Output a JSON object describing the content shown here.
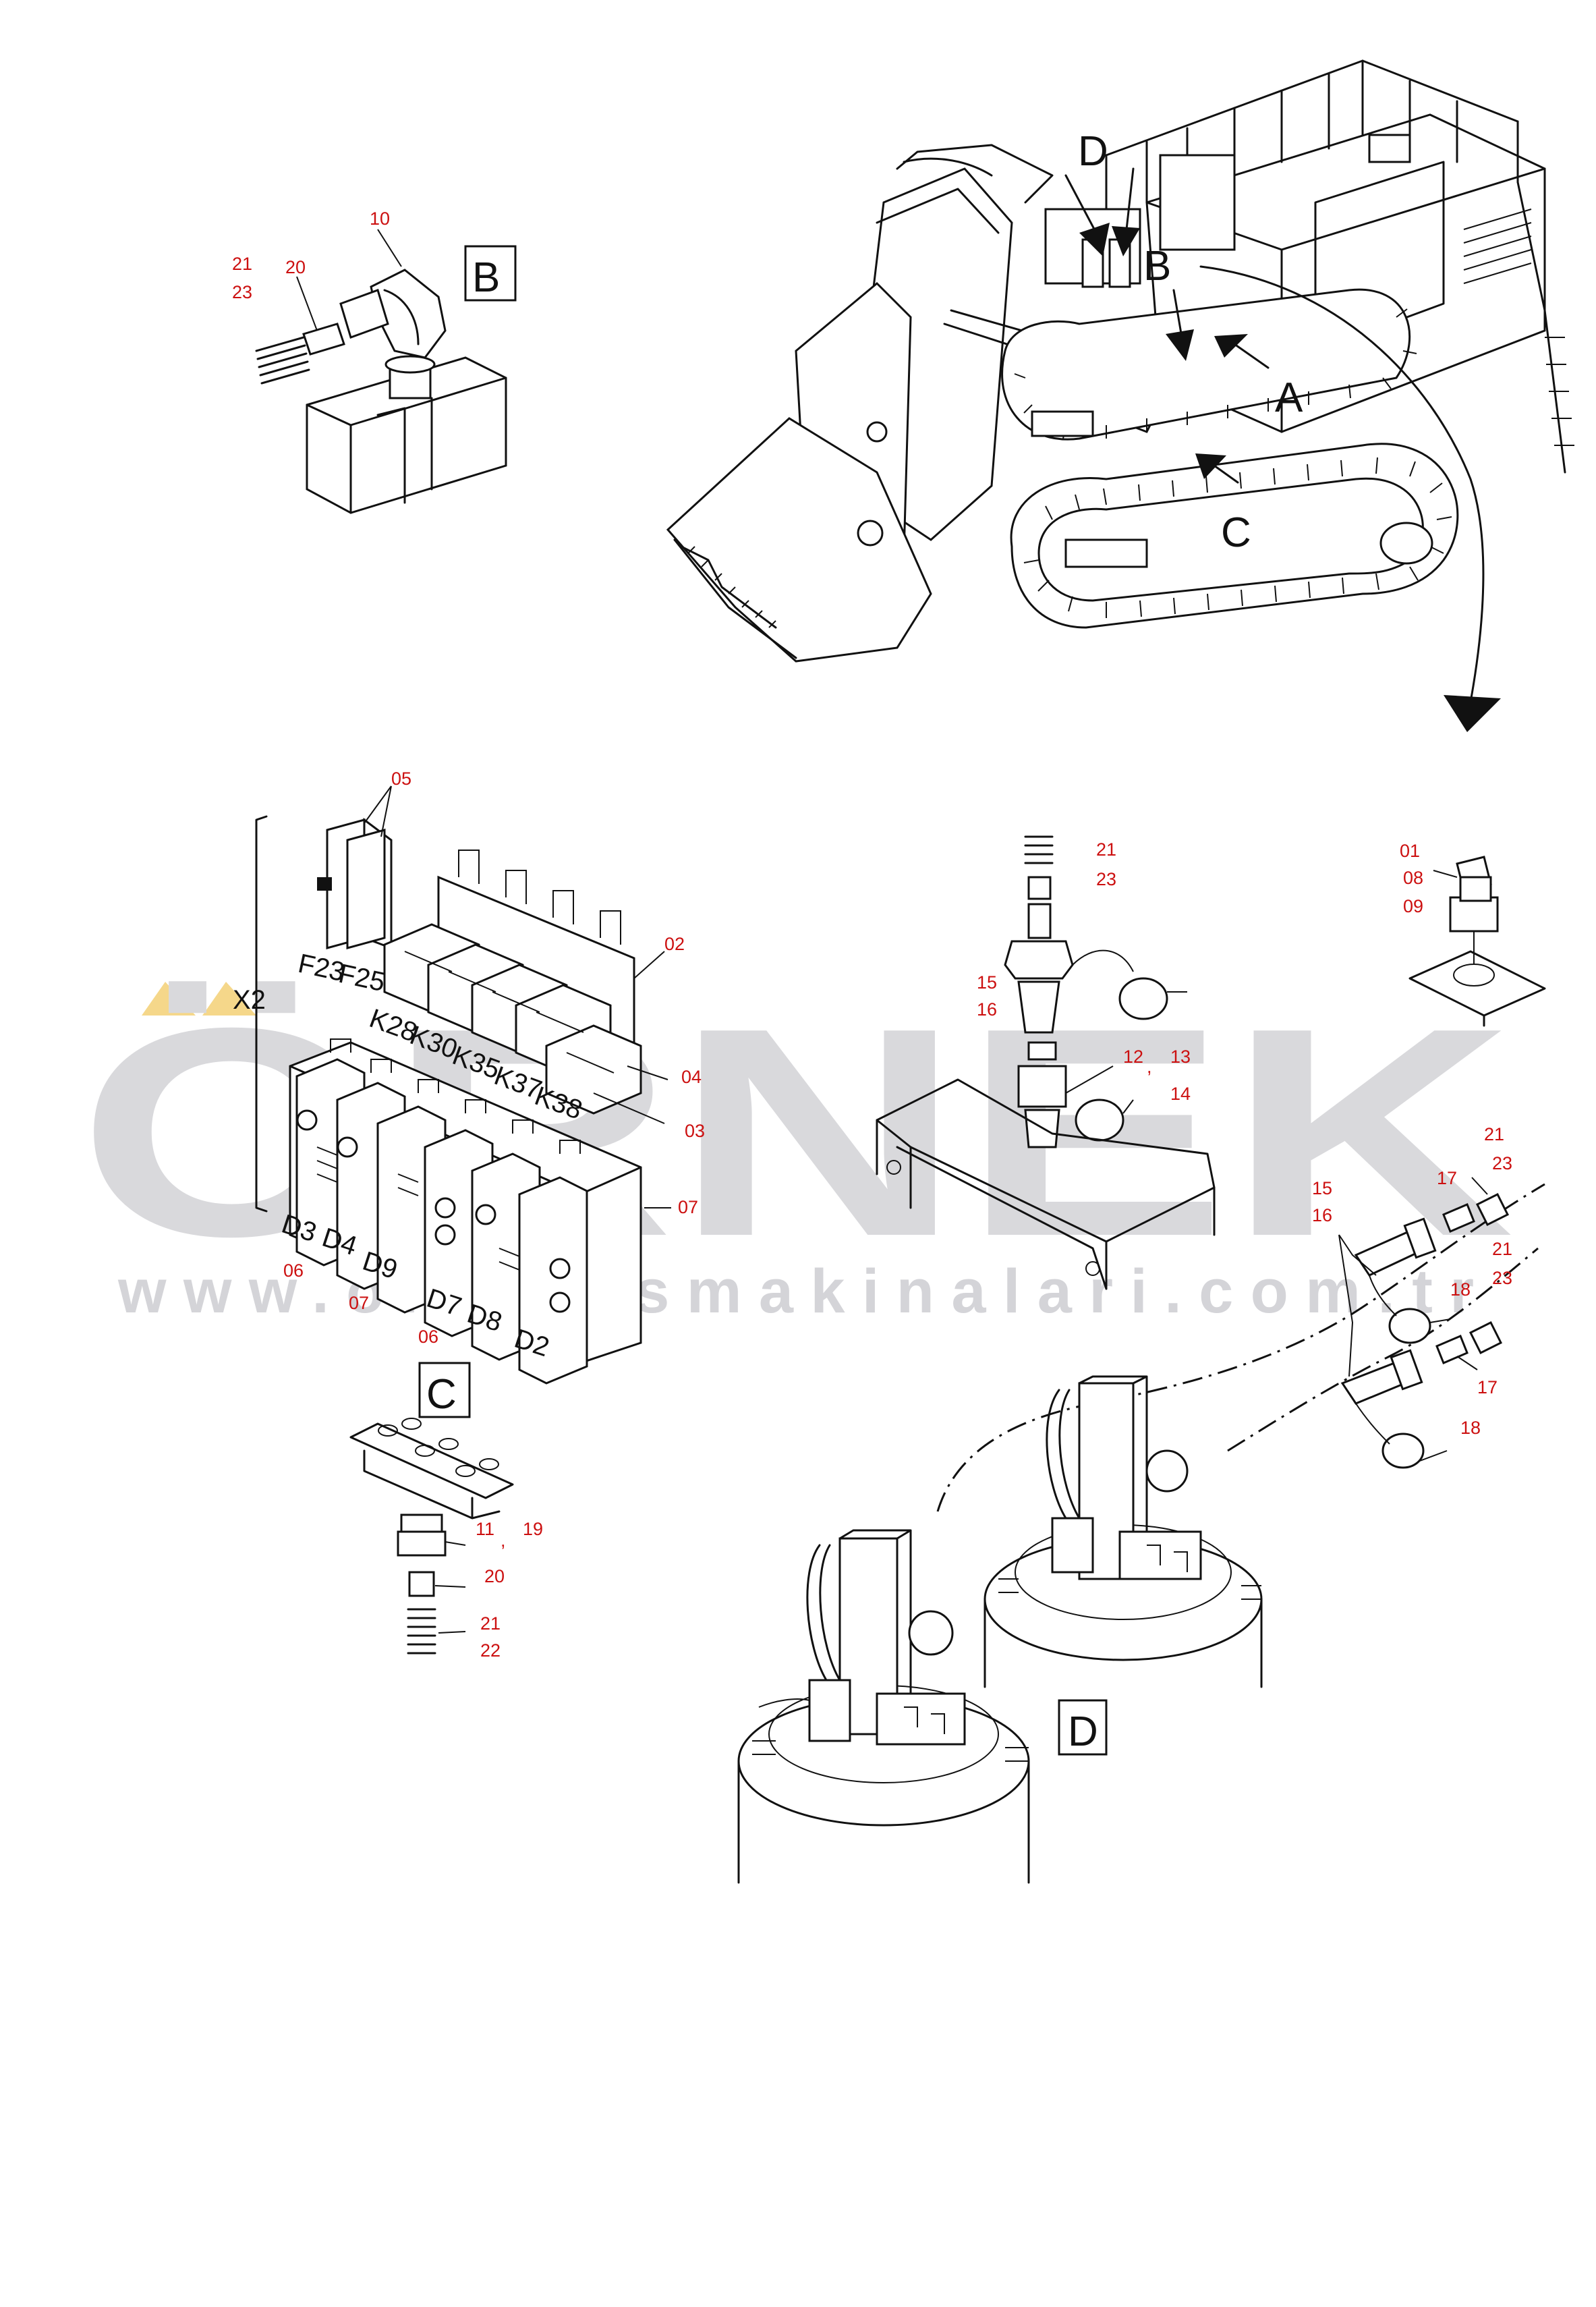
{
  "watermark": {
    "brand": "ÖRNEK",
    "url": "www.ornekismakinalari.com.tr",
    "accent_color": "#f5d78a",
    "text_color": "#d9d9dc"
  },
  "views": {
    "A": "A",
    "B": "B",
    "C": "C",
    "D": "D"
  },
  "multiplier": "X2",
  "module_codes": {
    "fuses": [
      "F23",
      "F25"
    ],
    "relays": [
      "K28",
      "K30",
      "K35",
      "K37",
      "K38"
    ],
    "diodes_front": [
      "D3",
      "D4",
      "D9"
    ],
    "diodes_back": [
      "D7",
      "D8",
      "D2"
    ]
  },
  "callouts": {
    "b_10": "10",
    "b_20": "20",
    "b_21": "21",
    "b_23": "23",
    "c_05": "05",
    "c_02": "02",
    "c_04": "04",
    "c_03": "03",
    "c_07a": "07",
    "c_06a": "06",
    "c_07b": "07",
    "c_06b": "06",
    "c2_11": "11",
    "c2_comma": ",",
    "c2_19": "19",
    "c2_20": "20",
    "c2_21": "21",
    "c2_22": "22",
    "m_21": "21",
    "m_23": "23",
    "m_15": "15",
    "m_16": "16",
    "m_12": "12",
    "m_comma": ",",
    "m_13": "13",
    "m_14": "14",
    "s_01": "01",
    "s_08": "08",
    "s_09": "09",
    "d_21a": "21",
    "d_23a": "23",
    "d_17a": "17",
    "d_15": "15",
    "d_16": "16",
    "d_21b": "21",
    "d_23b": "23",
    "d_18a": "18",
    "d_17b": "17",
    "d_18b": "18"
  }
}
